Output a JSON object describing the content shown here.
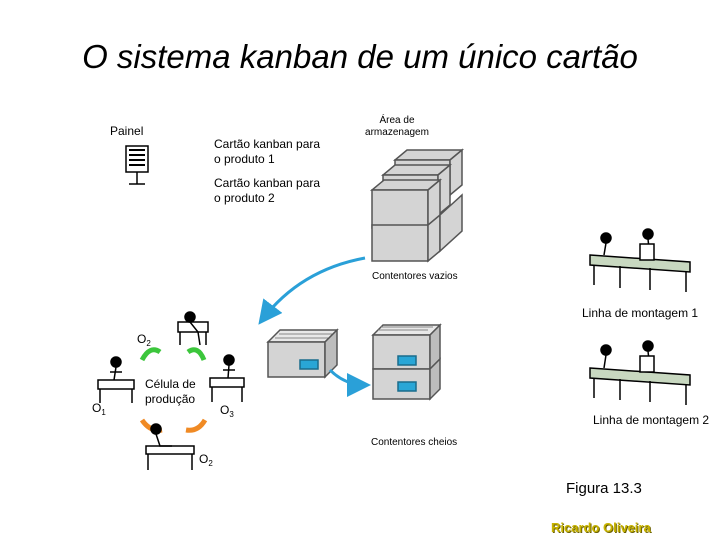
{
  "title": "O sistema kanban de um único cartão",
  "labels": {
    "painel": "Painel",
    "card1": "Cartão kanban para o produto 1",
    "card2": "Cartão kanban para o produto 2",
    "storage": "Área de armazenagem",
    "empty": "Contentores vazios",
    "full": "Contentores cheios",
    "line1": "Linha de montagem 1",
    "line2": "Linha de montagem 2",
    "cell": "Célula de produção"
  },
  "operators": {
    "o2_top": {
      "letter": "O",
      "sub": "2"
    },
    "o1": {
      "letter": "O",
      "sub": "1"
    },
    "o3": {
      "letter": "O",
      "sub": "3"
    },
    "o2_bottom": {
      "letter": "O",
      "sub": "2"
    }
  },
  "figure": "Figura 13.3",
  "author": "Ricardo Oliveira",
  "colors": {
    "box_fill": "#d4d4d4",
    "box_stroke": "#555555",
    "card_blue": "#29a6d6",
    "arrow_green": "#3cc63c",
    "arrow_orange": "#f08a24",
    "arrow_blue": "#2aa0d8",
    "author": "#c8b400"
  }
}
